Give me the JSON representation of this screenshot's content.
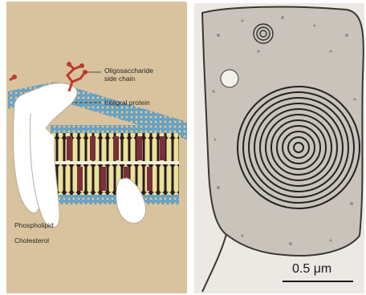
{
  "diagram": {
    "labels": {
      "oligosaccharide_line1": "Oligosaccharide",
      "oligosaccharide_line2": "side chain",
      "integral_protein": "Integral protein",
      "phospholipid": "Phospholipid",
      "cholesterol": "Cholesterol"
    }
  },
  "micrograph": {
    "scale_label": "0.5 μm"
  },
  "colors": {
    "panel_background": "#d8c39e",
    "protein": "#ffffff",
    "lipid_head": "#5aa8d6",
    "lipid_tail": "#e9e29a",
    "cholesterol": "#7a2f3a",
    "oligosaccharide": "#c0392b"
  }
}
